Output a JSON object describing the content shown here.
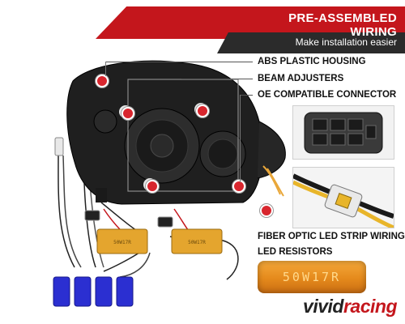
{
  "header": {
    "title": "PRE-ASSEMBLED WIRING",
    "subtitle": "Make installation easier"
  },
  "features": [
    {
      "label": "ABS PLASTIC HOUSING"
    },
    {
      "label": "BEAM ADJUSTERS"
    },
    {
      "label": "OE COMPATIBLE CONNECTOR"
    },
    {
      "label": "FIBER OPTIC LED STRIP WIRING"
    },
    {
      "label": "LED RESISTORS"
    }
  ],
  "resistor_marking": "50W17R",
  "logo": {
    "part1": "vivid",
    "part2": "racing"
  },
  "colors": {
    "accent": "#c4161c",
    "banner_dark": "#2b2b2b",
    "resistor": "#e59a2a"
  }
}
